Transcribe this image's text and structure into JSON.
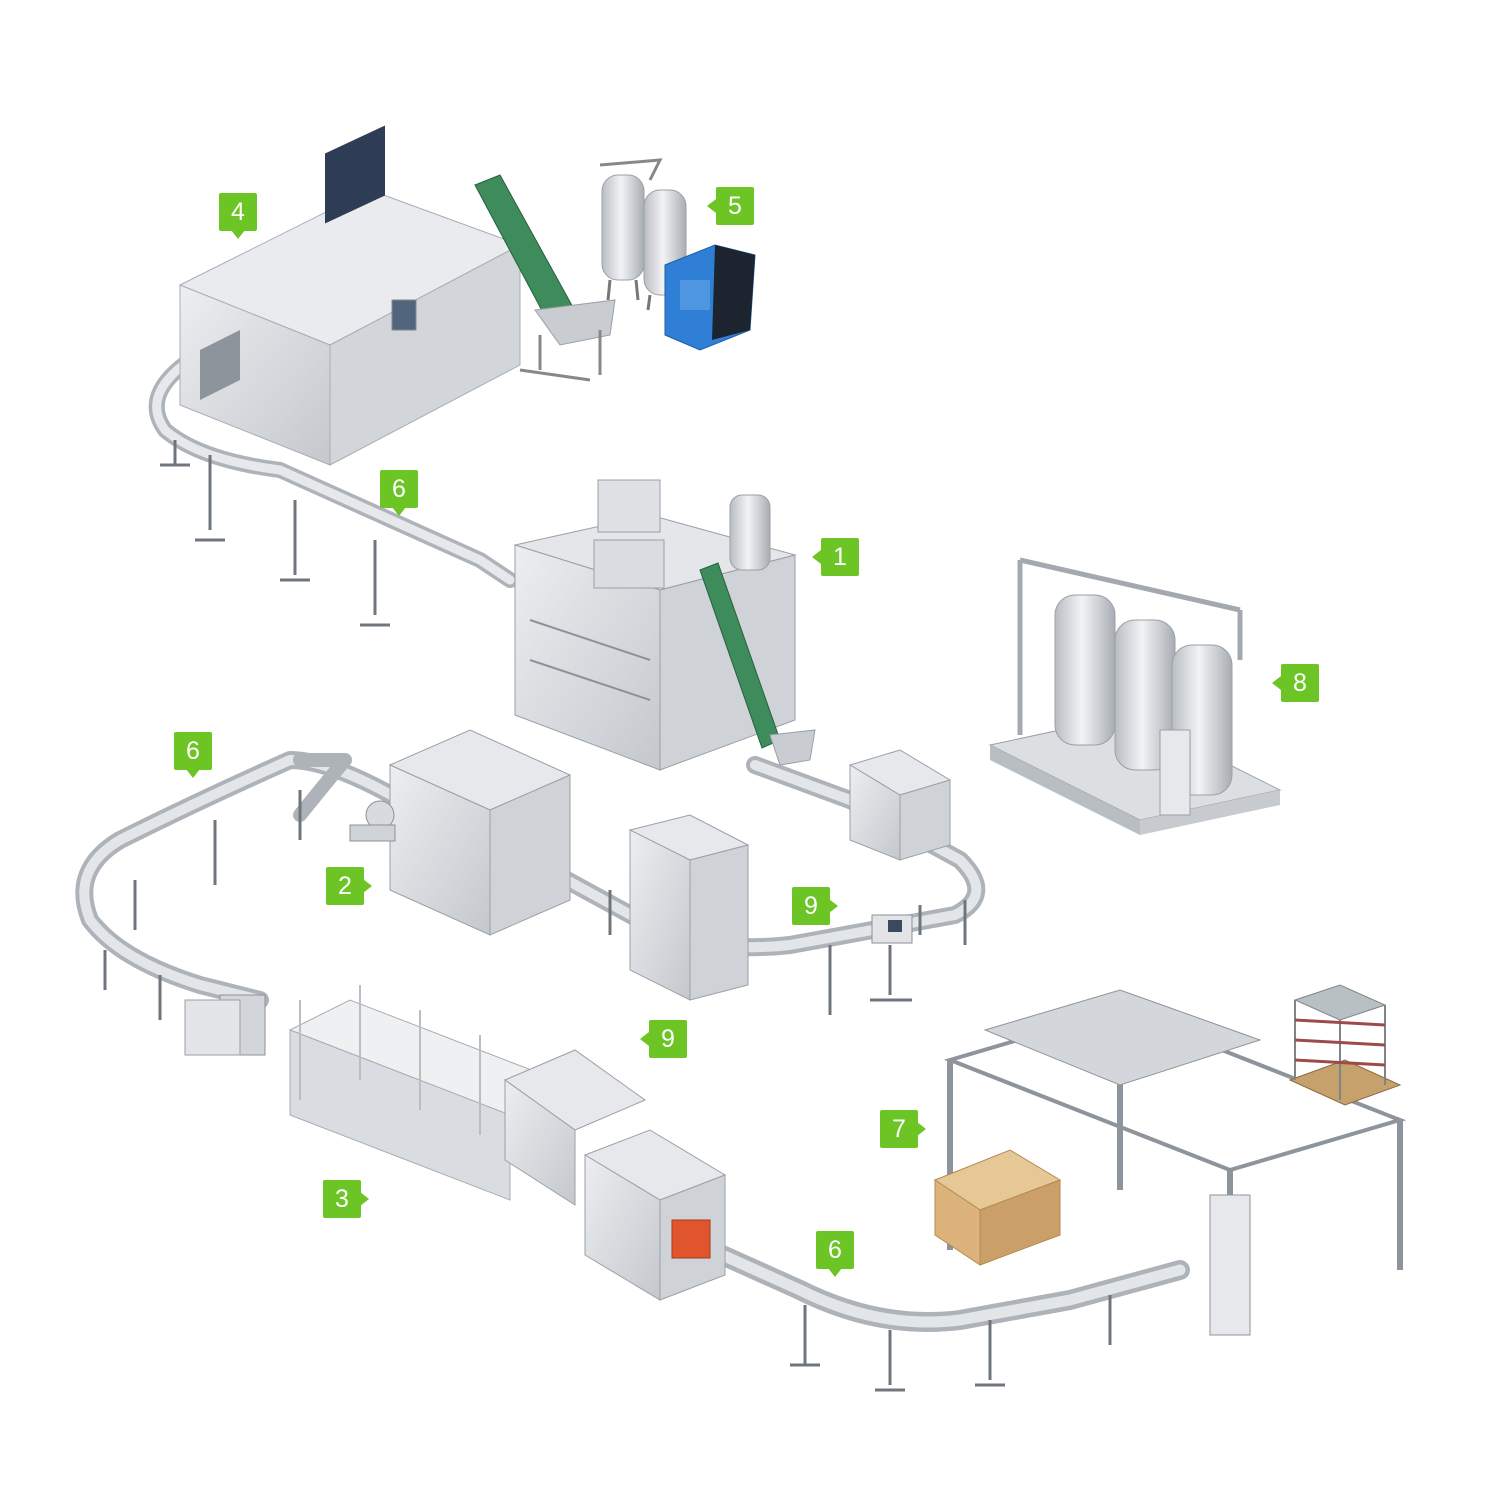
{
  "markers": [
    {
      "id": "4",
      "label": "4"
    },
    {
      "id": "5",
      "label": "5"
    },
    {
      "id": "6a",
      "label": "6"
    },
    {
      "id": "1",
      "label": "1"
    },
    {
      "id": "8",
      "label": "8"
    },
    {
      "id": "6b",
      "label": "6"
    },
    {
      "id": "2",
      "label": "2"
    },
    {
      "id": "9a",
      "label": "9"
    },
    {
      "id": "9b",
      "label": "9"
    },
    {
      "id": "7",
      "label": "7"
    },
    {
      "id": "3",
      "label": "3"
    },
    {
      "id": "6c",
      "label": "6"
    }
  ],
  "colors": {
    "marker_green": "#6cc524",
    "machine_steel": "#d4d7db",
    "machine_dark": "#9aa0a6",
    "conveyor_rail": "#bfc4c9",
    "compressor_blue": "#2f7fd6",
    "cap_chute_green": "#3e8c5c",
    "pallet_wood": "#e6c796",
    "shrink_tunnel_orange": "#e0552b"
  }
}
